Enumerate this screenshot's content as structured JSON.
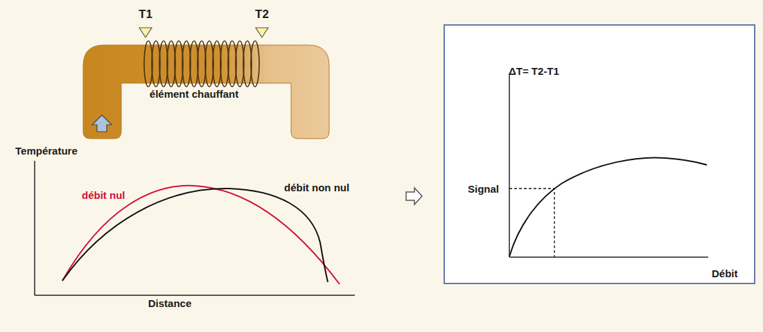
{
  "diagram": {
    "nodes": [
      {
        "text": [
          "ΔT= T2-T1",
          "Signal",
          "Débit"
        ]
      }
    ],
    "labels": [
      "T1",
      "T2",
      "élément chauffant",
      "Température",
      "débit nul",
      "débit non nul",
      "Distance"
    ]
  }
}
